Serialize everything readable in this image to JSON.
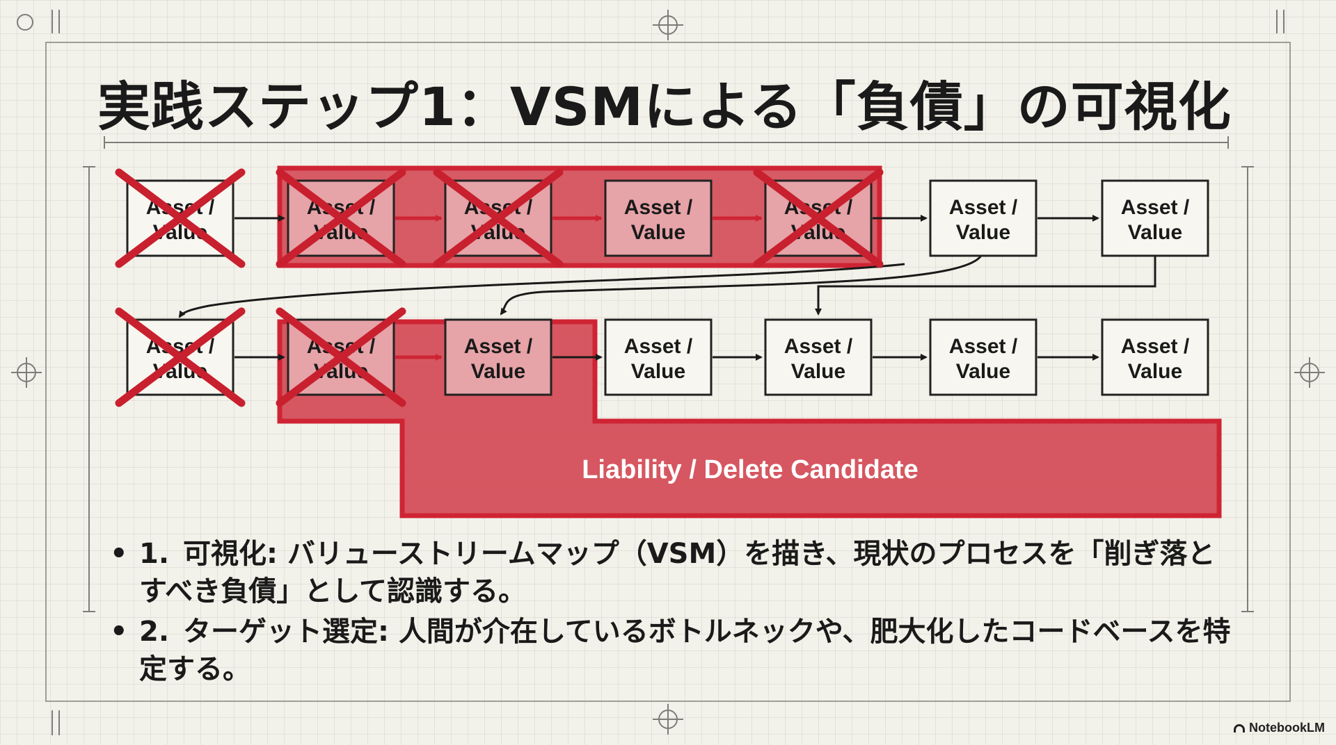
{
  "title": "実践ステップ1：VSMによる「負債」の可視化",
  "diagram": {
    "box_label_line1": "Asset /",
    "box_label_line2": "Value",
    "liability_label": "Liability / Delete Candidate",
    "colors": {
      "liability_red": "#cf2434",
      "liability_fill": "#d44a55",
      "cross_red": "#c8202e",
      "box_border": "#222222"
    },
    "rows": [
      {
        "boxes": [
          {
            "crossed": true,
            "liability": false
          },
          {
            "crossed": true,
            "liability": true
          },
          {
            "crossed": true,
            "liability": true
          },
          {
            "crossed": false,
            "liability": true
          },
          {
            "crossed": true,
            "liability": true
          },
          {
            "crossed": false,
            "liability": false
          },
          {
            "crossed": false,
            "liability": false
          }
        ]
      },
      {
        "boxes": [
          {
            "crossed": true,
            "liability": false
          },
          {
            "crossed": true,
            "liability": true
          },
          {
            "crossed": false,
            "liability": true
          },
          {
            "crossed": false,
            "liability": false
          },
          {
            "crossed": false,
            "liability": false
          },
          {
            "crossed": false,
            "liability": false
          },
          {
            "crossed": false,
            "liability": false
          }
        ]
      }
    ]
  },
  "bullets": [
    {
      "num": "1.",
      "label": "可視化:",
      "text": "バリューストリームマップ（VSM）を描き、現状のプロセスを「削ぎ落とすべき負債」として認識する。"
    },
    {
      "num": "2.",
      "label": "ターゲット選定:",
      "text": "人間が介在しているボトルネックや、肥大化したコードベースを特定する。"
    }
  ],
  "logo": {
    "icon": "notebooklm-icon",
    "text": "NotebookLM"
  }
}
